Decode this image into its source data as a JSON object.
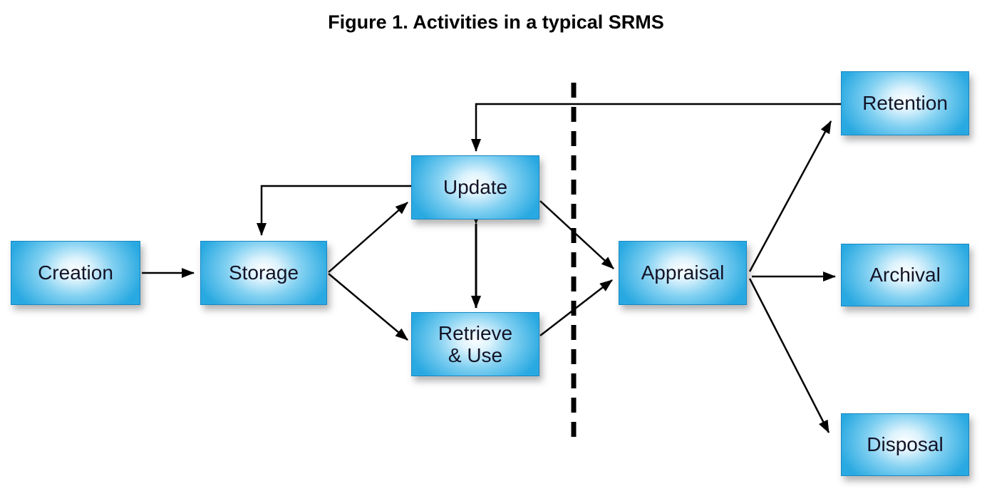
{
  "figure": {
    "title": "Figure 1. Activities in a typical SRMS"
  },
  "nodes": [
    {
      "id": "creation",
      "label": "Creation"
    },
    {
      "id": "storage",
      "label": "Storage"
    },
    {
      "id": "update",
      "label": "Update"
    },
    {
      "id": "retrieve-use",
      "label": "Retrieve\n& Use"
    },
    {
      "id": "appraisal",
      "label": "Appraisal"
    },
    {
      "id": "retention",
      "label": "Retention"
    },
    {
      "id": "archival",
      "label": "Archival"
    },
    {
      "id": "disposal",
      "label": "Disposal"
    }
  ],
  "edges": [
    {
      "from": "creation",
      "to": "storage",
      "style": "arrow"
    },
    {
      "from": "storage",
      "to": "update",
      "style": "arrow"
    },
    {
      "from": "storage",
      "to": "retrieve-use",
      "style": "arrow"
    },
    {
      "from": "update",
      "to": "retrieve-use",
      "style": "double-arrow"
    },
    {
      "from": "update",
      "to": "storage",
      "style": "elbow-feedback-arrow"
    },
    {
      "from": "update",
      "to": "appraisal",
      "style": "arrow"
    },
    {
      "from": "retrieve-use",
      "to": "appraisal",
      "style": "arrow"
    },
    {
      "from": "retention",
      "to": "update",
      "style": "elbow-feedback-arrow"
    },
    {
      "from": "appraisal",
      "to": "retention",
      "style": "arrow"
    },
    {
      "from": "appraisal",
      "to": "archival",
      "style": "arrow"
    },
    {
      "from": "appraisal",
      "to": "disposal",
      "style": "arrow"
    }
  ],
  "divider": {
    "orientation": "vertical",
    "line_style": "dashed"
  },
  "colors": {
    "node_fill_edge": "#29a9e1",
    "node_fill_center": "#ffffff",
    "node_border": "#1688c4",
    "node_text": "#131327",
    "arrow": "#000000",
    "title_text": "#000000",
    "background": "#ffffff"
  }
}
